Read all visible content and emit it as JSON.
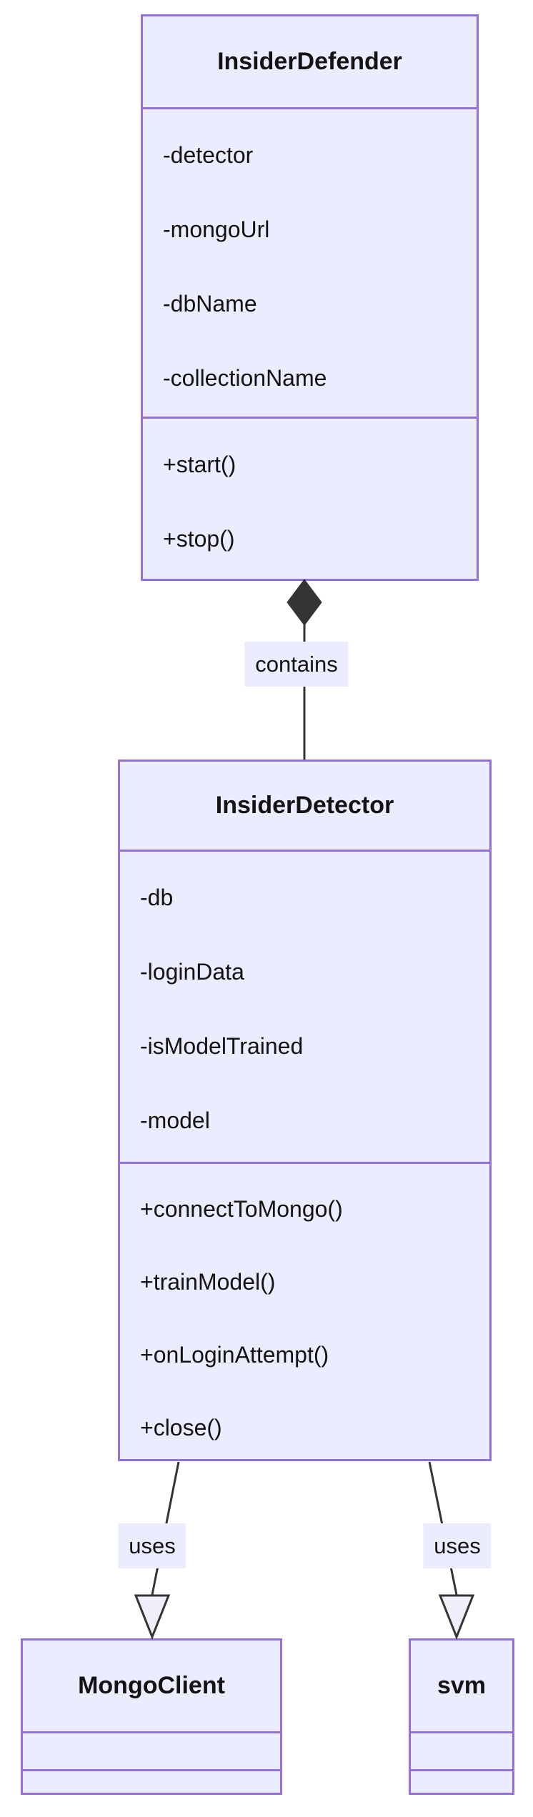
{
  "diagram_type": "uml-class-diagram",
  "classes": [
    {
      "name": "InsiderDefender",
      "attributes": [
        "-detector",
        "-mongoUrl",
        "-dbName",
        "-collectionName"
      ],
      "methods": [
        "+start()",
        "+stop()"
      ]
    },
    {
      "name": "InsiderDetector",
      "attributes": [
        "-db",
        "-loginData",
        "-isModelTrained",
        "-model"
      ],
      "methods": [
        "+connectToMongo()",
        "+trainModel()",
        "+onLoginAttempt()",
        "+close()"
      ]
    },
    {
      "name": "MongoClient",
      "attributes": [],
      "methods": []
    },
    {
      "name": "svm",
      "attributes": [],
      "methods": []
    }
  ],
  "relationships": [
    {
      "from": "InsiderDefender",
      "to": "InsiderDetector",
      "type": "composition",
      "label": "contains"
    },
    {
      "from": "InsiderDetector",
      "to": "MongoClient",
      "type": "dependency",
      "label": "uses"
    },
    {
      "from": "InsiderDetector",
      "to": "svm",
      "type": "dependency",
      "label": "uses"
    }
  ],
  "colors": {
    "node_fill": "#ECECFF",
    "node_border": "#9370DB",
    "edge_line": "#343434",
    "diamond_fill": "#343434",
    "arrowhead_fill": "#EFEFFB",
    "edge_label_bg": "#ECECFF",
    "text": "#131313",
    "background": "#FFFFFF"
  }
}
